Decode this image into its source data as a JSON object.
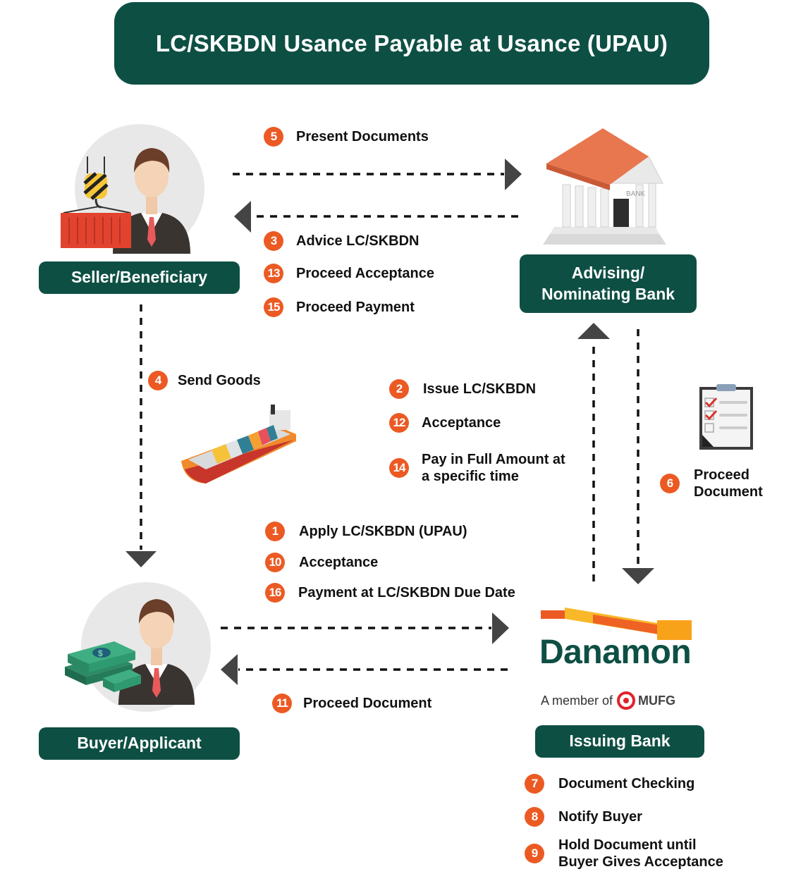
{
  "title": "LC/SKBDN Usance Payable at Usance (UPAU)",
  "colors": {
    "brand_green": "#0e4f44",
    "step_orange": "#ec5a24",
    "arrow_gray": "#444444"
  },
  "parties": {
    "seller": {
      "label": "Seller/Beneficiary",
      "icon": "businessman-with-container-icon"
    },
    "advising_bank": {
      "label_line1": "Advising/",
      "label_line2": "Nominating Bank",
      "icon": "bank-building-icon"
    },
    "buyer": {
      "label": "Buyer/Applicant",
      "icon": "businessman-with-money-icon"
    },
    "issuing_bank": {
      "label": "Issuing Bank",
      "logo_text": "Danamon",
      "member_prefix": "A member of",
      "member_brand": "MUFG"
    }
  },
  "steps": {
    "s5": {
      "num": "5",
      "text": "Present Documents"
    },
    "s3": {
      "num": "3",
      "text": "Advice LC/SKBDN"
    },
    "s13": {
      "num": "13",
      "text": "Proceed Acceptance"
    },
    "s15": {
      "num": "15",
      "text": "Proceed Payment"
    },
    "s4": {
      "num": "4",
      "text": "Send Goods"
    },
    "s2": {
      "num": "2",
      "text": "Issue LC/SKBDN"
    },
    "s12": {
      "num": "12",
      "text": "Acceptance"
    },
    "s14": {
      "num": "14",
      "text_line1": "Pay in Full Amount at",
      "text_line2": "a specific time"
    },
    "s6": {
      "num": "6",
      "text_line1": "Proceed",
      "text_line2": "Document"
    },
    "s1": {
      "num": "1",
      "text": "Apply LC/SKBDN (UPAU)"
    },
    "s10": {
      "num": "10",
      "text": "Acceptance"
    },
    "s16": {
      "num": "16",
      "text": "Payment at LC/SKBDN Due Date"
    },
    "s11": {
      "num": "11",
      "text": "Proceed Document"
    },
    "s7": {
      "num": "7",
      "text": "Document Checking"
    },
    "s8": {
      "num": "8",
      "text": "Notify Buyer"
    },
    "s9": {
      "num": "9",
      "text_line1": "Hold Document until",
      "text_line2": "Buyer Gives Acceptance"
    }
  },
  "bank_icon_text": "BANK"
}
